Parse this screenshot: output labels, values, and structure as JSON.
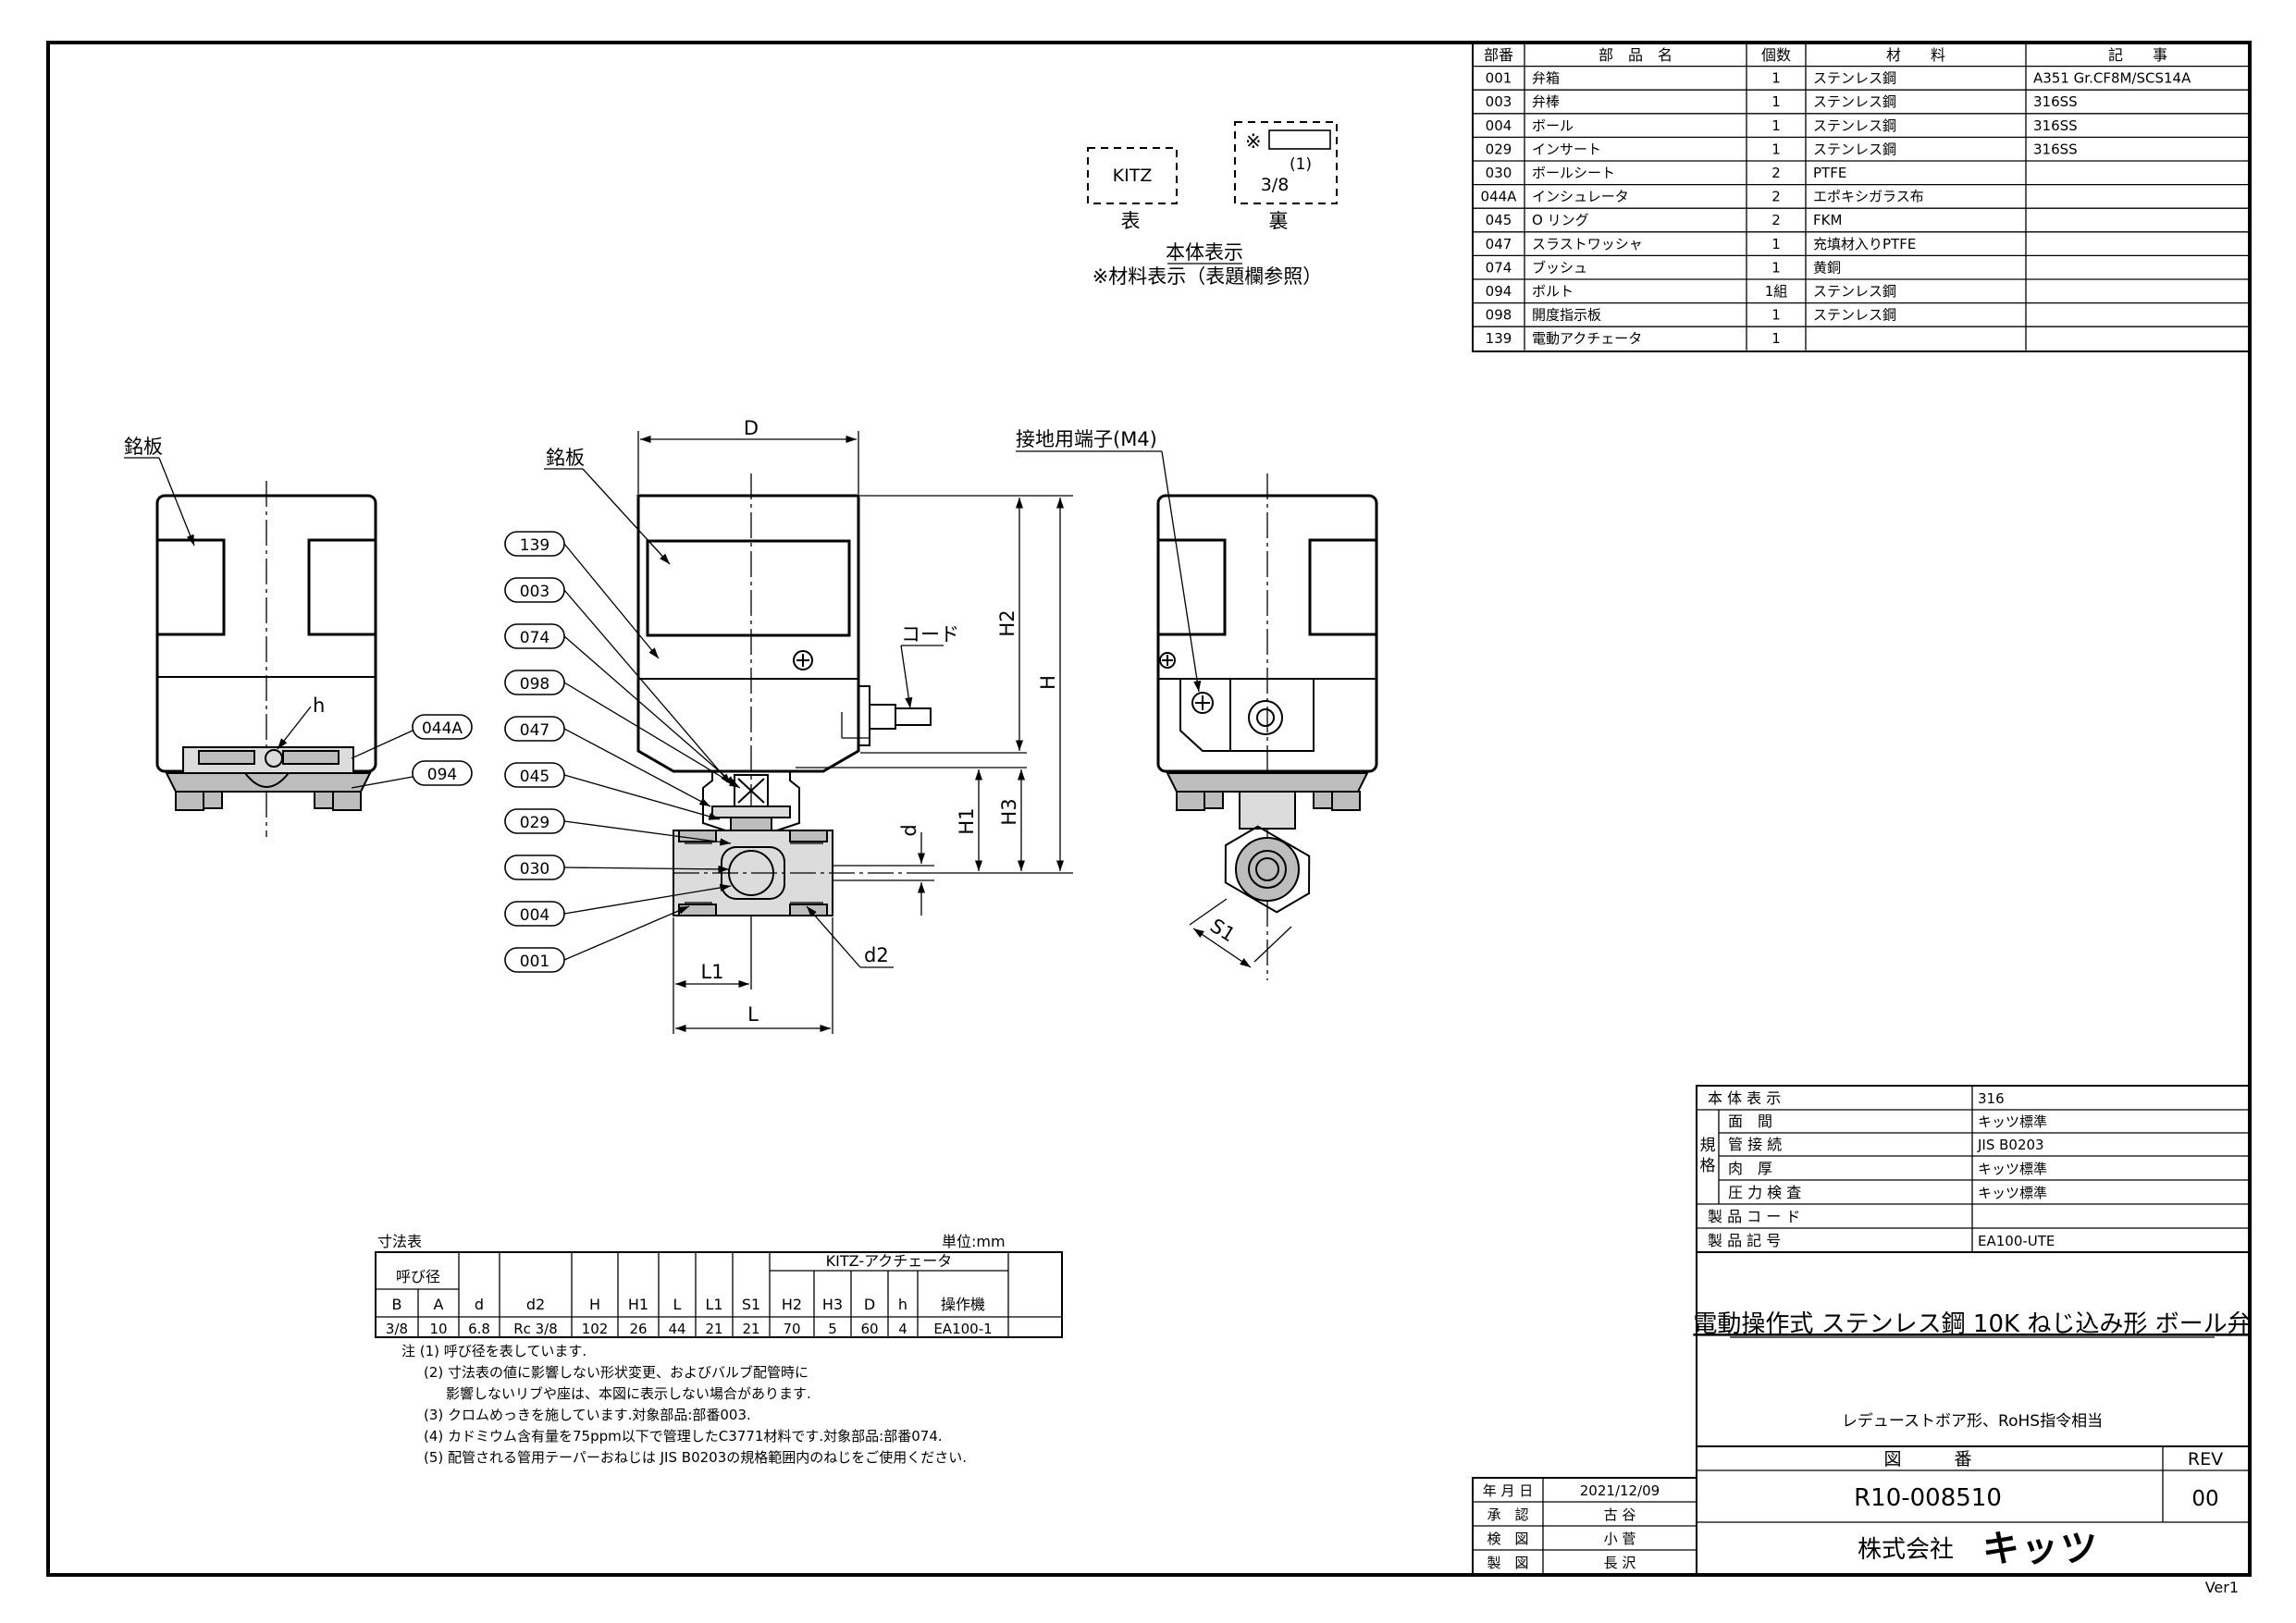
{
  "parts_table": {
    "headers": [
      "部番",
      "部　品　名",
      "個数",
      "材　　料",
      "記　　事"
    ],
    "rows": [
      [
        "001",
        "弁箱",
        "1",
        "ステンレス鋼",
        "A351 Gr.CF8M/SCS14A"
      ],
      [
        "003",
        "弁棒",
        "1",
        "ステンレス鋼",
        "316SS"
      ],
      [
        "004",
        "ボール",
        "1",
        "ステンレス鋼",
        "316SS"
      ],
      [
        "029",
        "インサート",
        "1",
        "ステンレス鋼",
        "316SS"
      ],
      [
        "030",
        "ボールシート",
        "2",
        "PTFE",
        ""
      ],
      [
        "044A",
        "インシュレータ",
        "2",
        "エポキシガラス布",
        ""
      ],
      [
        "045",
        "O リング",
        "2",
        "FKM",
        ""
      ],
      [
        "047",
        "スラストワッシャ",
        "1",
        "充填材入りPTFE",
        ""
      ],
      [
        "074",
        "ブッシュ",
        "1",
        "黄銅",
        ""
      ],
      [
        "094",
        "ボルト",
        "1組",
        "ステンレス鋼",
        ""
      ],
      [
        "098",
        "開度指示板",
        "1",
        "ステンレス鋼",
        ""
      ],
      [
        "139",
        "電動アクチェータ",
        "1",
        "",
        ""
      ]
    ]
  },
  "marking": {
    "front_text": "KITZ",
    "front_label": "表",
    "back_symbol": "※",
    "back_note": "(1)",
    "back_size": "3/8",
    "back_label": "裏",
    "title": "本体表示",
    "note": "※材料表示（表題欄参照）"
  },
  "drawing": {
    "nameplate_left": "銘板",
    "nameplate_center": "銘板",
    "ground_terminal": "接地用端子(M4)",
    "cord": "コード",
    "dims": {
      "D": "D",
      "H": "H",
      "H1": "H1",
      "H2": "H2",
      "H3": "H3",
      "d": "d",
      "d2": "d2",
      "L": "L",
      "L1": "L1",
      "S1": "S1",
      "h": "h"
    },
    "left_balloons": [
      "139",
      "003",
      "074",
      "098",
      "047",
      "045",
      "029",
      "030",
      "004",
      "001"
    ],
    "side_balloons": [
      "044A",
      "094"
    ]
  },
  "dimension_table": {
    "caption": "寸法表",
    "unit": "単位:mm",
    "nominal_header": "呼び径",
    "actuator_header": "KITZ-アクチェータ",
    "columns": [
      "B",
      "A",
      "d",
      "d2",
      "H",
      "H1",
      "L",
      "L1",
      "S1",
      "H2",
      "H3",
      "D",
      "h",
      "操作機"
    ],
    "row": [
      "3/8",
      "10",
      "6.8",
      "Rc 3/8",
      "102",
      "26",
      "44",
      "21",
      "21",
      "70",
      "5",
      "60",
      "4",
      "EA100-1"
    ]
  },
  "notes": [
    "注 (1) 呼び径を表しています.",
    "(2) 寸法表の値に影響しない形状変更、およびバルブ配管時に",
    "影響しないリブや座は、本図に表示しない場合があります.",
    "(3) クロムめっきを施しています.対象部品:部番003.",
    "(4) カドミウム含有量を75ppm以下で管理したC3771材料です.対象部品:部番074.",
    "(5) 配管される管用テーパーおねじは JIS B0203の規格範囲内のねじをご使用ください."
  ],
  "title_block": {
    "spec_rows": [
      {
        "label": "本 体 表 示",
        "value": "316"
      },
      {
        "label": "面　間",
        "value": "キッツ標準"
      },
      {
        "label": "管 接 続",
        "value": "JIS  B0203"
      },
      {
        "label": "肉　厚",
        "value": "キッツ標準"
      },
      {
        "label": "圧 力 検 査",
        "value": "キッツ標準"
      },
      {
        "label": "製 品 コ ー ド",
        "value": ""
      },
      {
        "label": "製 品 記 号",
        "value": "EA100-UTE"
      }
    ],
    "spec_group_label": "規格",
    "product_title": "電動操作式 ステンレス鋼 10K ねじ込み形 ボール弁",
    "product_subtitle": "レデューストボア形、RoHS指令相当",
    "drawing_number_label": "図　　　番",
    "rev_label": "REV",
    "drawing_number": "R10-008510",
    "rev": "00",
    "company_prefix": "株式会社",
    "company_logo": "キッツ",
    "approvals": [
      {
        "label": "年 月 日",
        "value": "2021/12/09"
      },
      {
        "label": "承　認",
        "value": "古 谷"
      },
      {
        "label": "検　図",
        "value": "小 菅"
      },
      {
        "label": "製　図",
        "value": "長 沢"
      }
    ]
  },
  "version": "Ver1"
}
